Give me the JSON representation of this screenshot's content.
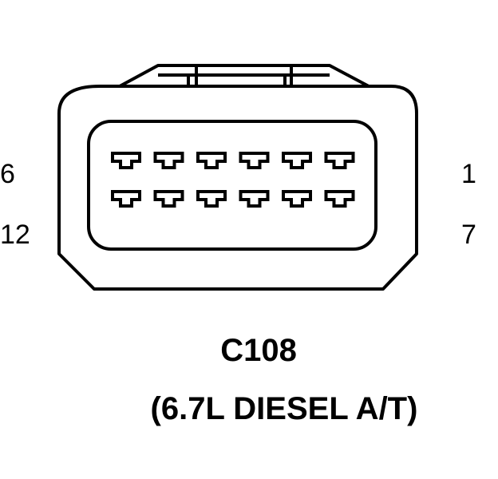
{
  "connector": {
    "id": "C108",
    "subtitle": "(6.7L DIESEL A/T)",
    "pin_labels": {
      "top_left": "6",
      "bottom_left": "12",
      "top_right": "1",
      "bottom_right": "7"
    },
    "rows": 2,
    "pins_per_row": 6
  },
  "colors": {
    "line": "#000000",
    "background": "#ffffff"
  }
}
